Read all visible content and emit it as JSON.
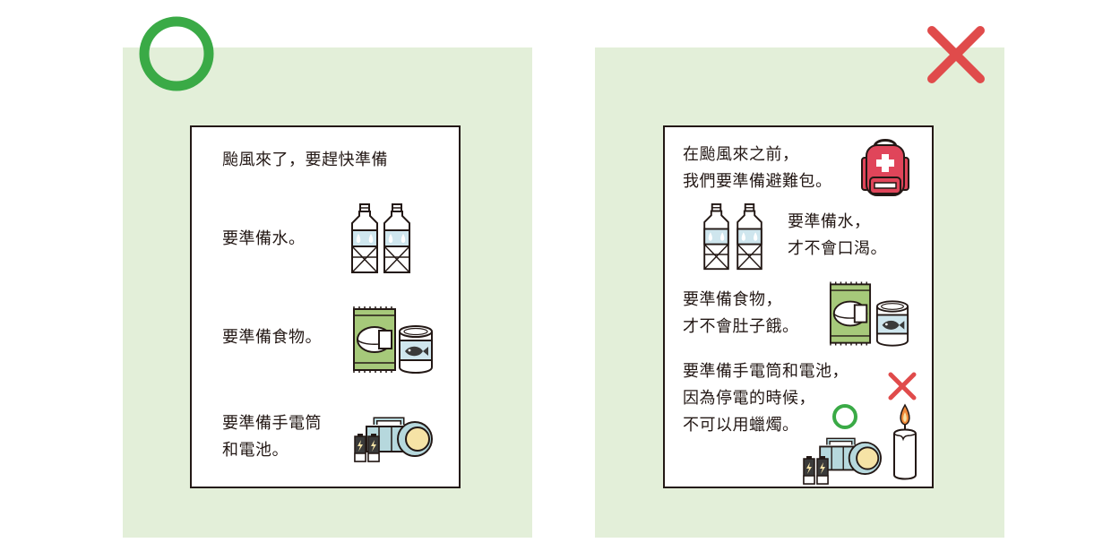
{
  "good_card": {
    "intro": "颱風來了，要趕快準備",
    "water": "要準備水。",
    "food": "要準備食物。",
    "flashlight_line1": "要準備手電筒",
    "flashlight_line2": "和電池。"
  },
  "bad_card": {
    "intro_line1": "在颱風來之前，",
    "intro_line2": "我們要準備避難包。",
    "water_line1": "要準備水，",
    "water_line2": "才不會口渴。",
    "food_line1": "要準備食物，",
    "food_line2": "才不會肚子餓。",
    "flashlight_line1": "要準備手電筒和電池，",
    "flashlight_line2": "因為停電的時候，",
    "flashlight_line3": "不可以用蠟燭。"
  },
  "colors": {
    "panel_bg": "#e3efd9",
    "correct_mark": "#3aaa46",
    "wrong_mark": "#e04b4b",
    "outline": "#231815",
    "water_blue": "#cfe6ee",
    "food_green": "#a6c97a",
    "flashlight_blue": "#b6d8dd",
    "lens_yellow": "#f6e3a6",
    "backpack_red": "#e0455a"
  },
  "icons": [
    "correct-circle-icon",
    "wrong-cross-icon",
    "water-bottles-icon",
    "snack-bag-icon",
    "fish-can-icon",
    "flashlight-icon",
    "batteries-icon",
    "backpack-icon",
    "candle-icon"
  ]
}
